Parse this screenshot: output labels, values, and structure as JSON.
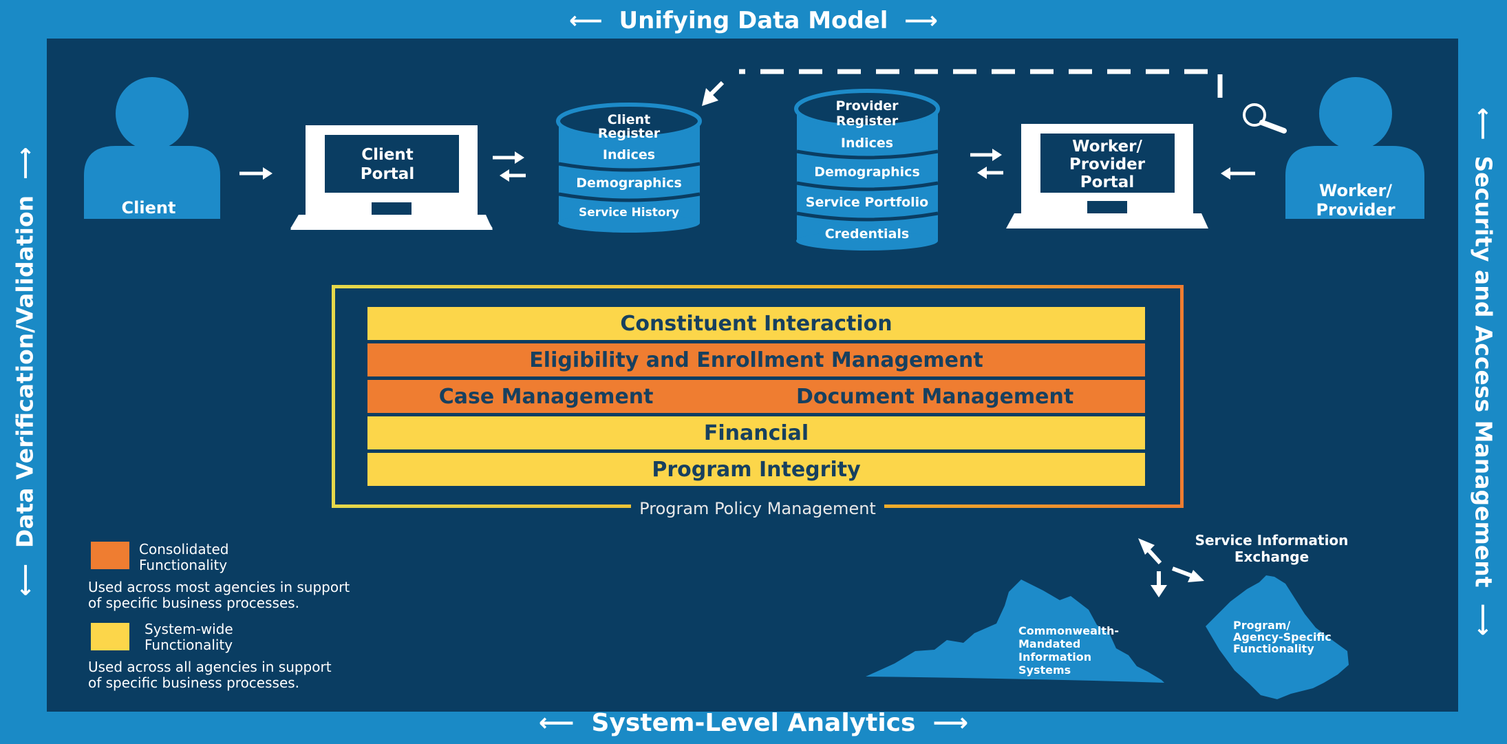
{
  "frame": {
    "top": "Unifying Data Model",
    "bottom": "System-Level Analytics",
    "left": "Data Verification/Validation",
    "right": "Security and Access Management"
  },
  "actors": {
    "client": "Client",
    "worker_line1": "Worker/",
    "worker_line2": "Provider"
  },
  "portals": {
    "client_line1": "Client",
    "client_line2": "Portal",
    "worker_line1": "Worker/",
    "worker_line2": "Provider",
    "worker_line3": "Portal"
  },
  "client_register": {
    "title_line1": "Client",
    "title_line2": "Register",
    "rows": [
      "Indices",
      "Demographics",
      "Service History"
    ]
  },
  "provider_register": {
    "title_line1": "Provider",
    "title_line2": "Register",
    "rows": [
      "Indices",
      "Demographics",
      "Service Portfolio",
      "Credentials"
    ]
  },
  "layers": {
    "constituent": "Constituent Interaction",
    "eligibility": "Eligibility and Enrollment Management",
    "case": "Case Management",
    "document": "Document Management",
    "financial": "Financial",
    "integrity": "Program Integrity"
  },
  "policy_label": "Program Policy Management",
  "legend": {
    "consolidated_line1": "Consolidated",
    "consolidated_line2": "Functionality",
    "consolidated_desc_line1": "Used across most agencies in support",
    "consolidated_desc_line2": "of specific business processes.",
    "systemwide_line1": "System-wide",
    "systemwide_line2": "Functionality",
    "systemwide_desc_line1": "Used across all agencies in support",
    "systemwide_desc_line2": "of specific business processes."
  },
  "exchange": {
    "label_line1": "Service Information",
    "label_line2": "Exchange",
    "virginia_lines": [
      "Commonwealth-",
      "Mandated",
      "Information",
      "Systems"
    ],
    "agency_lines": [
      "Program/",
      "Agency-Specific",
      "Functionality"
    ]
  },
  "colors": {
    "frame": "#1a8ac6",
    "background": "#0a3d62",
    "system_wide": "#fcd64a",
    "consolidated": "#ef7d31",
    "icon_blue": "#1d8bc9"
  }
}
